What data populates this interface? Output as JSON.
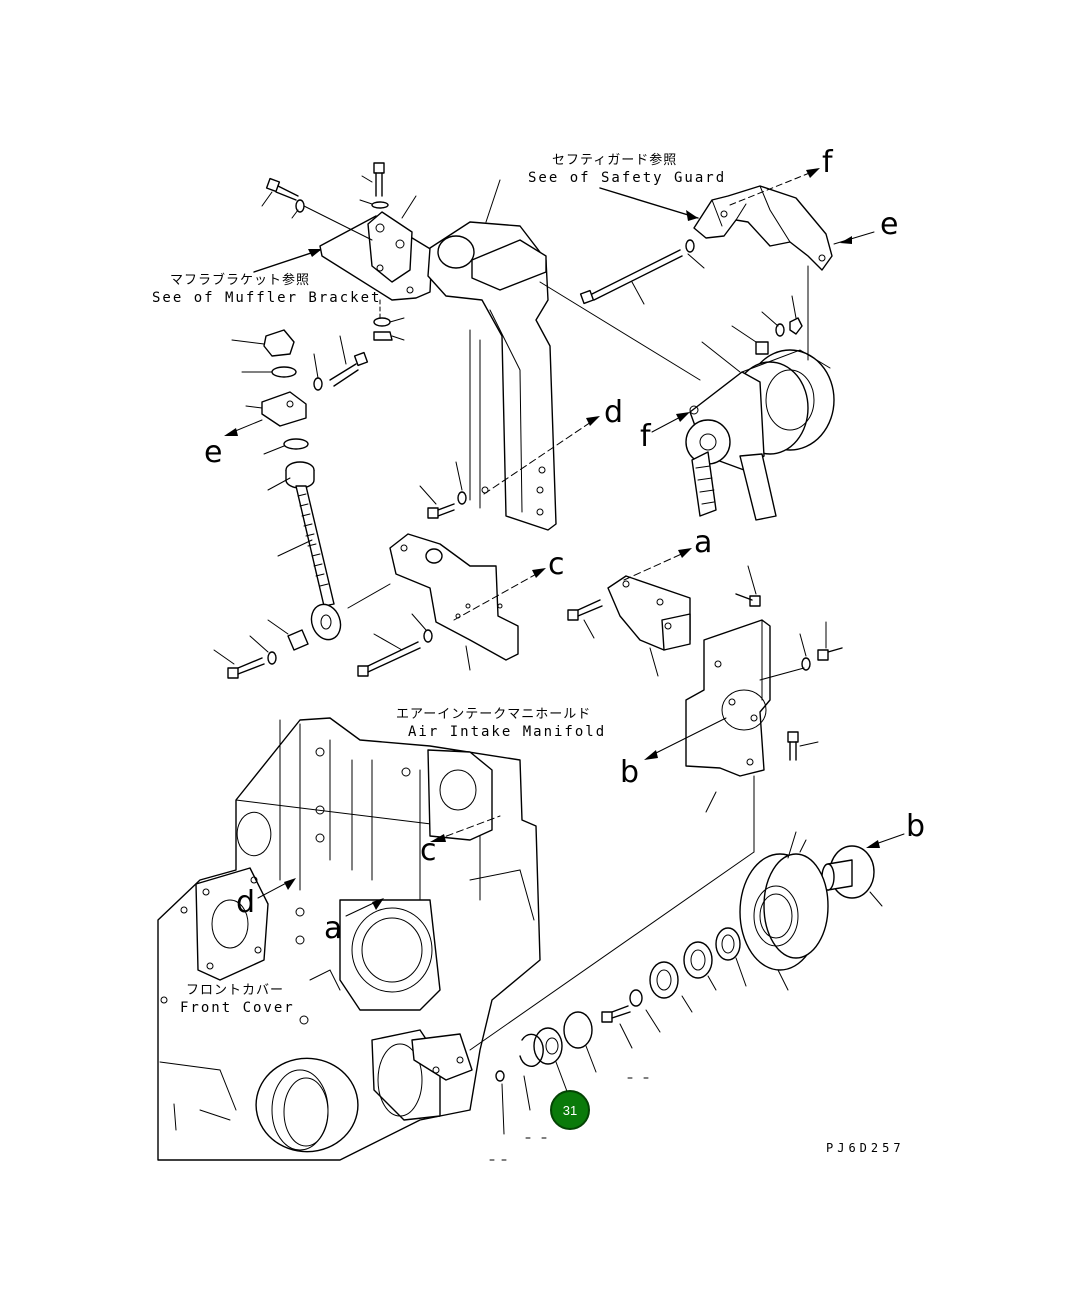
{
  "notes": {
    "safety_guard_jp": "セフティガード参照",
    "safety_guard_en": "See of Safety Guard",
    "muffler_jp": "マフラブラケット参照",
    "muffler_en": "See of Muffler Bracket",
    "intake_jp": "エアーインテークマニホールド",
    "intake_en": "Air Intake Manifold",
    "front_cover_jp": "フロントカバー",
    "front_cover_en": "Front Cover"
  },
  "letters": {
    "a": "a",
    "b": "b",
    "c": "c",
    "d": "d",
    "e": "e",
    "f": "f"
  },
  "callout": {
    "number": "31",
    "color": "#0a7a0a"
  },
  "drawing_code": "PJ6D257"
}
